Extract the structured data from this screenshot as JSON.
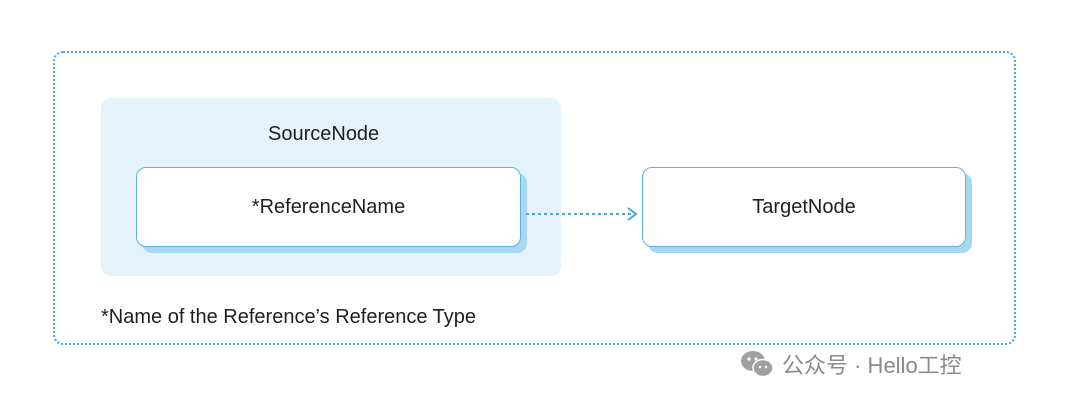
{
  "diagram": {
    "source_node_title": "SourceNode",
    "reference_name": "*ReferenceName",
    "target_node": "TargetNode",
    "footnote": "*Name of the Reference’s Reference Type"
  },
  "watermark": {
    "text": "公众号 · Hello工控",
    "icon": "wechat-icon"
  },
  "colors": {
    "border": "#4aa8d8",
    "group_fill": "#e4f2fb",
    "node_shadow": "#a9d7f2"
  }
}
